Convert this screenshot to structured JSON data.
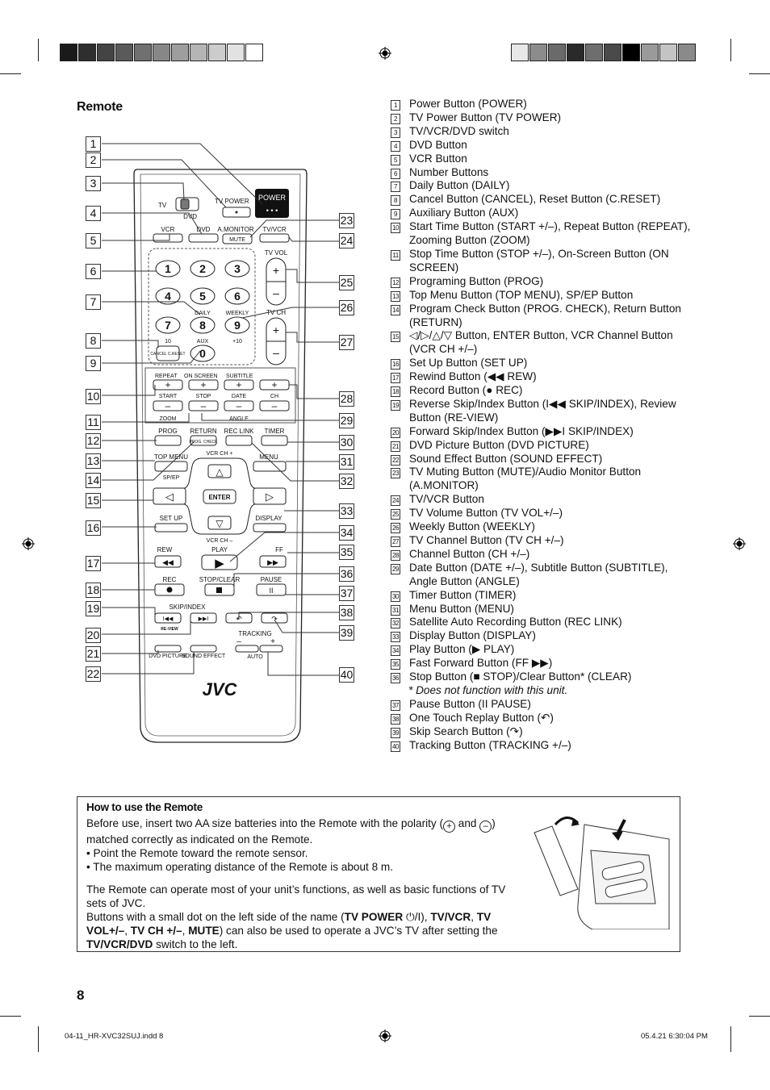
{
  "section_title": "Remote",
  "legend": [
    {
      "n": "1",
      "text": "Power Button (POWER)"
    },
    {
      "n": "2",
      "text": "TV Power Button (TV POWER)"
    },
    {
      "n": "3",
      "text": "TV/VCR/DVD switch"
    },
    {
      "n": "4",
      "text": "DVD Button"
    },
    {
      "n": "5",
      "text": "VCR Button"
    },
    {
      "n": "6",
      "text": "Number Buttons"
    },
    {
      "n": "7",
      "text": "Daily Button (DAILY)"
    },
    {
      "n": "8",
      "text": "Cancel Button (CANCEL), Reset Button (C.RESET)"
    },
    {
      "n": "9",
      "text": "Auxiliary Button (AUX)"
    },
    {
      "n": "10",
      "text": "Start Time Button (START +/–), Repeat Button (REPEAT), Zooming Button (ZOOM)"
    },
    {
      "n": "11",
      "text": "Stop Time Button (STOP +/–), On-Screen Button (ON SCREEN)"
    },
    {
      "n": "12",
      "text": "Programing Button (PROG)"
    },
    {
      "n": "13",
      "text": "Top Menu Button (TOP MENU), SP/EP Button"
    },
    {
      "n": "14",
      "text": "Program Check Button (PROG. CHECK), Return Button (RETURN)"
    },
    {
      "n": "15",
      "text": "◁/▷/△/▽ Button, ENTER Button, VCR Channel Button (VCR CH +/–)"
    },
    {
      "n": "16",
      "text": "Set Up Button (SET UP)"
    },
    {
      "n": "17",
      "text": "Rewind Button (◀◀ REW)"
    },
    {
      "n": "18",
      "text": "Record Button (● REC)"
    },
    {
      "n": "19",
      "text": "Reverse Skip/Index Button (I◀◀ SKIP/INDEX), Review Button (RE-VIEW)"
    },
    {
      "n": "20",
      "text": "Forward Skip/Index Button (▶▶I SKIP/INDEX)"
    },
    {
      "n": "21",
      "text": "DVD Picture Button (DVD PICTURE)"
    },
    {
      "n": "22",
      "text": "Sound Effect Button (SOUND EFFECT)"
    },
    {
      "n": "23",
      "text": "TV Muting Button (MUTE)/Audio Monitor Button (A.MONITOR)"
    },
    {
      "n": "24",
      "text": "TV/VCR Button"
    },
    {
      "n": "25",
      "text": "TV Volume Button (TV VOL+/–)"
    },
    {
      "n": "26",
      "text": "Weekly Button (WEEKLY)"
    },
    {
      "n": "27",
      "text": "TV Channel Button (TV CH +/–)"
    },
    {
      "n": "28",
      "text": "Channel Button (CH +/–)"
    },
    {
      "n": "29",
      "text": "Date Button (DATE +/–), Subtitle Button (SUBTITLE), Angle Button (ANGLE)"
    },
    {
      "n": "30",
      "text": "Timer Button (TIMER)"
    },
    {
      "n": "31",
      "text": "Menu Button (MENU)"
    },
    {
      "n": "32",
      "text": "Satellite Auto Recording Button (REC LINK)"
    },
    {
      "n": "33",
      "text": "Display Button (DISPLAY)"
    },
    {
      "n": "34",
      "text": "Play Button (▶ PLAY)"
    },
    {
      "n": "35",
      "text": "Fast Forward Button (FF ▶▶)"
    },
    {
      "n": "36",
      "text": "Stop Button (■ STOP)/Clear Button* (CLEAR)"
    },
    {
      "n": "",
      "text": "* Does not function with this unit."
    },
    {
      "n": "37",
      "text": "Pause Button (II PAUSE)"
    },
    {
      "n": "38",
      "text": "One Touch Replay Button (↶)"
    },
    {
      "n": "39",
      "text": "Skip Search Button (↷)"
    },
    {
      "n": "40",
      "text": "Tracking Button (TRACKING +/–)"
    }
  ],
  "remote": {
    "brand": "JVC",
    "labels": {
      "tv": "TV",
      "dvd_switch": "DVD",
      "tv_power": "TV POWER",
      "power": "POWER",
      "vcr": "VCR",
      "dvd": "DVD",
      "amonitor": "A.MONITOR",
      "mute": "MUTE",
      "tvvcr": "TV/VCR",
      "tvvol": "TV VOL",
      "tvch": "TV CH",
      "daily": "DAILY",
      "weekly": "WEEKLY",
      "cancel": "CANCEL C.RESET",
      "aux": "AUX",
      "plus10": "+10",
      "repeat": "REPEAT",
      "onscreen": "ON SCREEN",
      "subtitle": "SUBTITLE",
      "start": "START",
      "stop": "STOP",
      "date": "DATE",
      "ch": "CH",
      "zoom": "ZOOM",
      "angle": "ANGLE",
      "prog": "PROG",
      "return": "RETURN",
      "prog_check": "PROG. CHECK",
      "reclink": "REC LINK",
      "timer": "TIMER",
      "topmenu": "TOP MENU",
      "vcrch_plus": "VCR CH +",
      "menu": "MENU",
      "spep": "SP/EP",
      "enter": "ENTER",
      "setup": "SET UP",
      "display": "DISPLAY",
      "vcrch_minus": "VCR CH –",
      "rew": "REW",
      "play": "PLAY",
      "ff": "FF",
      "rec": "REC",
      "stopclear": "STOP/CLEAR",
      "pause": "PAUSE",
      "skipindex": "SKIP/INDEX",
      "review": "RE-VIEW",
      "tracking": "TRACKING",
      "auto": "AUTO",
      "dvdpicture": "DVD PICTURE",
      "soundeffect": "SOUND EFFECT"
    },
    "numbers": [
      "1",
      "2",
      "3",
      "4",
      "5",
      "6",
      "7",
      "8",
      "9",
      "10",
      "0"
    ]
  },
  "howto": {
    "title": "How to use the Remote",
    "para1_a": "Before use, insert two AA size batteries into the Remote with the polarity (",
    "para1_and": "and",
    "para1_b": ") matched correctly as indicated on the Remote.",
    "bullet1": "• Point the Remote toward the remote sensor.",
    "bullet2": "• The maximum operating distance of the Remote is about 8 m.",
    "para2": "The Remote can operate most of your unit’s functions, as well as basic functions of TV sets of JVC.",
    "para3_a": "Buttons with a small dot on the left side of the name (",
    "b_tvpower": "TV POWER",
    "para3_b": "), ",
    "b_tvvcr": "TV/VCR",
    "comma1": ", ",
    "b_tvvol": "TV VOL+/–",
    "comma2": ", ",
    "b_tvch": "TV CH +/–",
    "comma3": ", ",
    "b_mute": "MUTE",
    "para3_c": ") can also be used to operate a JVC’s TV after setting the ",
    "b_switch": "TV/VCR/DVD",
    "para3_d": " switch to the left."
  },
  "page_number": "8",
  "footer_left": "04-11_HR-XVC32SUJ.indd   8",
  "footer_right": "05.4.21   6:30:04 PM",
  "swatch_colors_left": [
    "#1a1a1a",
    "#2e2e2e",
    "#444444",
    "#5a5a5a",
    "#707070",
    "#878787",
    "#9e9e9e",
    "#b5b5b5",
    "#cccccc",
    "#e2e2e2",
    "#ffffff"
  ],
  "swatch_colors_right": [
    "#e8e8e8",
    "#8c8c8c",
    "#6a6a6a",
    "#2a2a2a",
    "#6e6e6e",
    "#4a4a4a",
    "#000000",
    "#9a9a9a",
    "#c4c4c4",
    "#8a8a8a"
  ]
}
